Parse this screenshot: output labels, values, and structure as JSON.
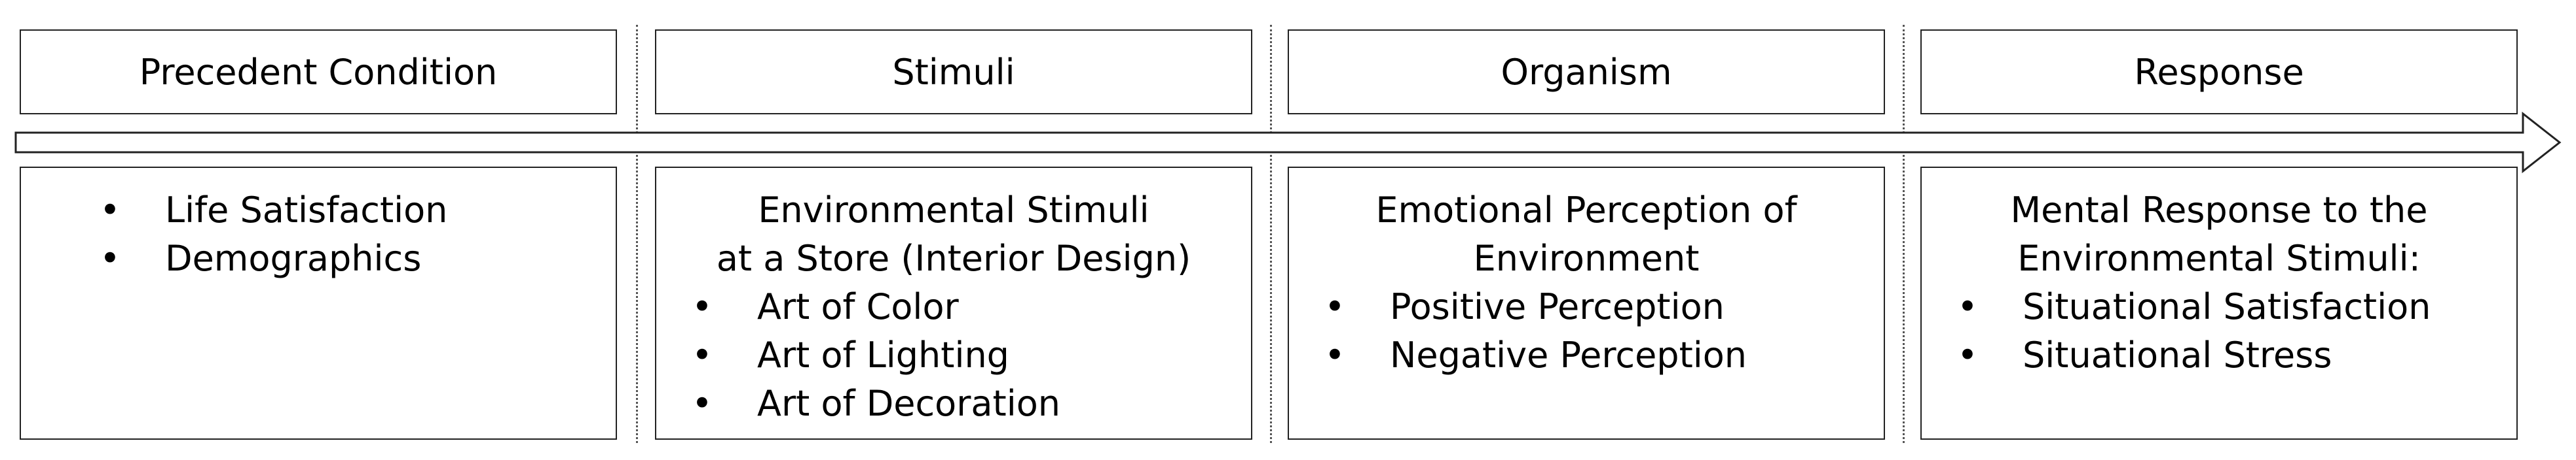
{
  "stages": [
    {
      "header": "Precedent Condition",
      "description": [],
      "bullets": [
        "Life Satisfaction",
        "Demographics"
      ]
    },
    {
      "header": "Stimuli",
      "description": [
        "Environmental Stimuli",
        "at a Store (Interior Design)"
      ],
      "bullets": [
        "Art of Color",
        "Art of Lighting",
        "Art of Decoration"
      ]
    },
    {
      "header": "Organism",
      "description": [
        "Emotional Perception of",
        "Environment"
      ],
      "bullets": [
        "Positive Perception",
        "Negative Perception"
      ]
    },
    {
      "header": "Response",
      "description": [
        "Mental Response to the",
        "Environmental Stimuli:"
      ],
      "bullets": [
        "Situational Satisfaction",
        "Situational Stress"
      ]
    }
  ],
  "bullet_glyph": "•"
}
